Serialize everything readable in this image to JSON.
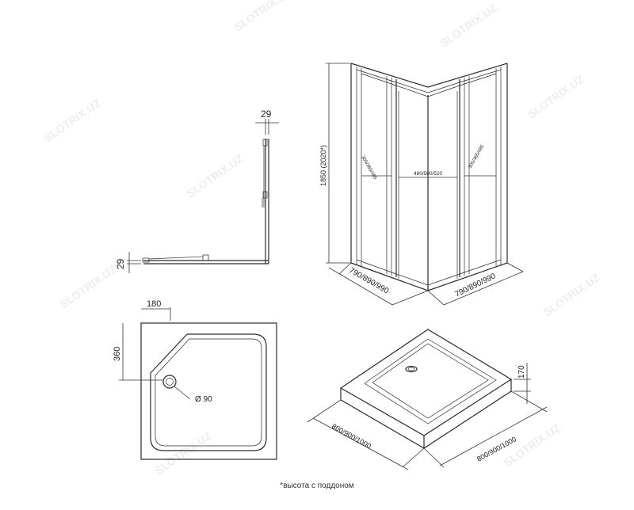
{
  "watermark": "SLOTRIX.UZ",
  "side_profile": {
    "top_dimension": "29",
    "left_dimension": "29"
  },
  "enclosure": {
    "height_label": "1850 (2020*)",
    "door_left_opening": "305/365/485",
    "door_center_opening": "480/500/520",
    "door_right_opening": "305/365/485",
    "width_left": "790/890/990",
    "width_right": "790/890/990"
  },
  "tray_top": {
    "offset_top": "180",
    "offset_left": "360",
    "drain_diameter": "Ø 90"
  },
  "tray_iso": {
    "height": "170",
    "width_left": "800/900/1000",
    "width_right": "800/900/1000"
  },
  "footnote": "*высота с поддоном",
  "colors": {
    "line": "#2b2b2b",
    "background": "#ffffff",
    "watermark": "#d9d9d9"
  }
}
